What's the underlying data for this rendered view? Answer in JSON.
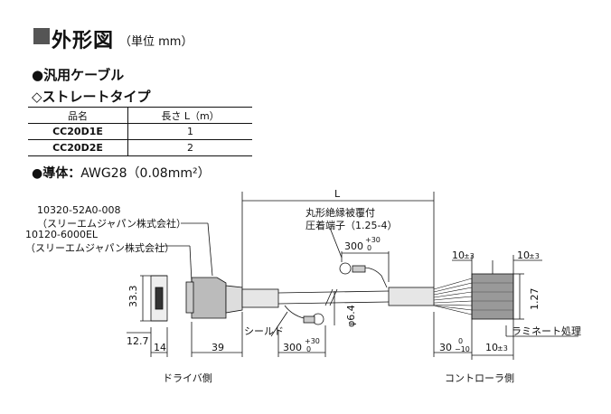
{
  "header": {
    "title": "外形図",
    "unit": "（単位 mm）"
  },
  "section_title": "●汎用ケーブル",
  "subsection_title": "◇ストレートタイプ",
  "spec_table": {
    "headers": [
      "品名",
      "長さ L（m）"
    ],
    "rows": [
      [
        "CC20D1E",
        "1"
      ],
      [
        "CC20D2E",
        "2"
      ]
    ]
  },
  "conductor_note": {
    "label": "●導体：",
    "value": "AWG28（0.08mm²）"
  },
  "drawing": {
    "connector_1_part": "10320-52A0-008",
    "connector_1_maker": "（スリーエムジャパン株式会社）",
    "connector_2_part": "10120-6000EL",
    "connector_2_maker": "（スリーエムジャパン株式会社）",
    "length_label": "L",
    "terminal_label_1": "丸形絶縁被覆付",
    "terminal_label_2": "圧着端子（1.25-4）",
    "dim_300_top": "300",
    "dim_300_top_tol_plus": "+30",
    "dim_300_top_tol_minus": "0",
    "dim_300_bottom": "300",
    "dim_300_bottom_tol_plus": "+30",
    "dim_300_bottom_tol_minus": "0",
    "dim_33_3": "33.3",
    "dim_12_7": "12.7",
    "dim_14": "14",
    "dim_39": "39",
    "shield_label": "シールド",
    "dim_phi": "φ6.4",
    "dim_10_left": "10",
    "dim_10_left_tol": "±3",
    "dim_10_right": "10",
    "dim_10_right_tol": "±3",
    "dim_10_bottom": "10",
    "dim_10_bottom_tol": "±3",
    "dim_30": "30",
    "dim_30_tol_plus": "0",
    "dim_30_tol_minus": "−10",
    "dim_1_27": "1.27",
    "laminate_label": "ラミネート処理",
    "driver_side": "ドライバ側",
    "controller_side": "コントローラ側"
  }
}
